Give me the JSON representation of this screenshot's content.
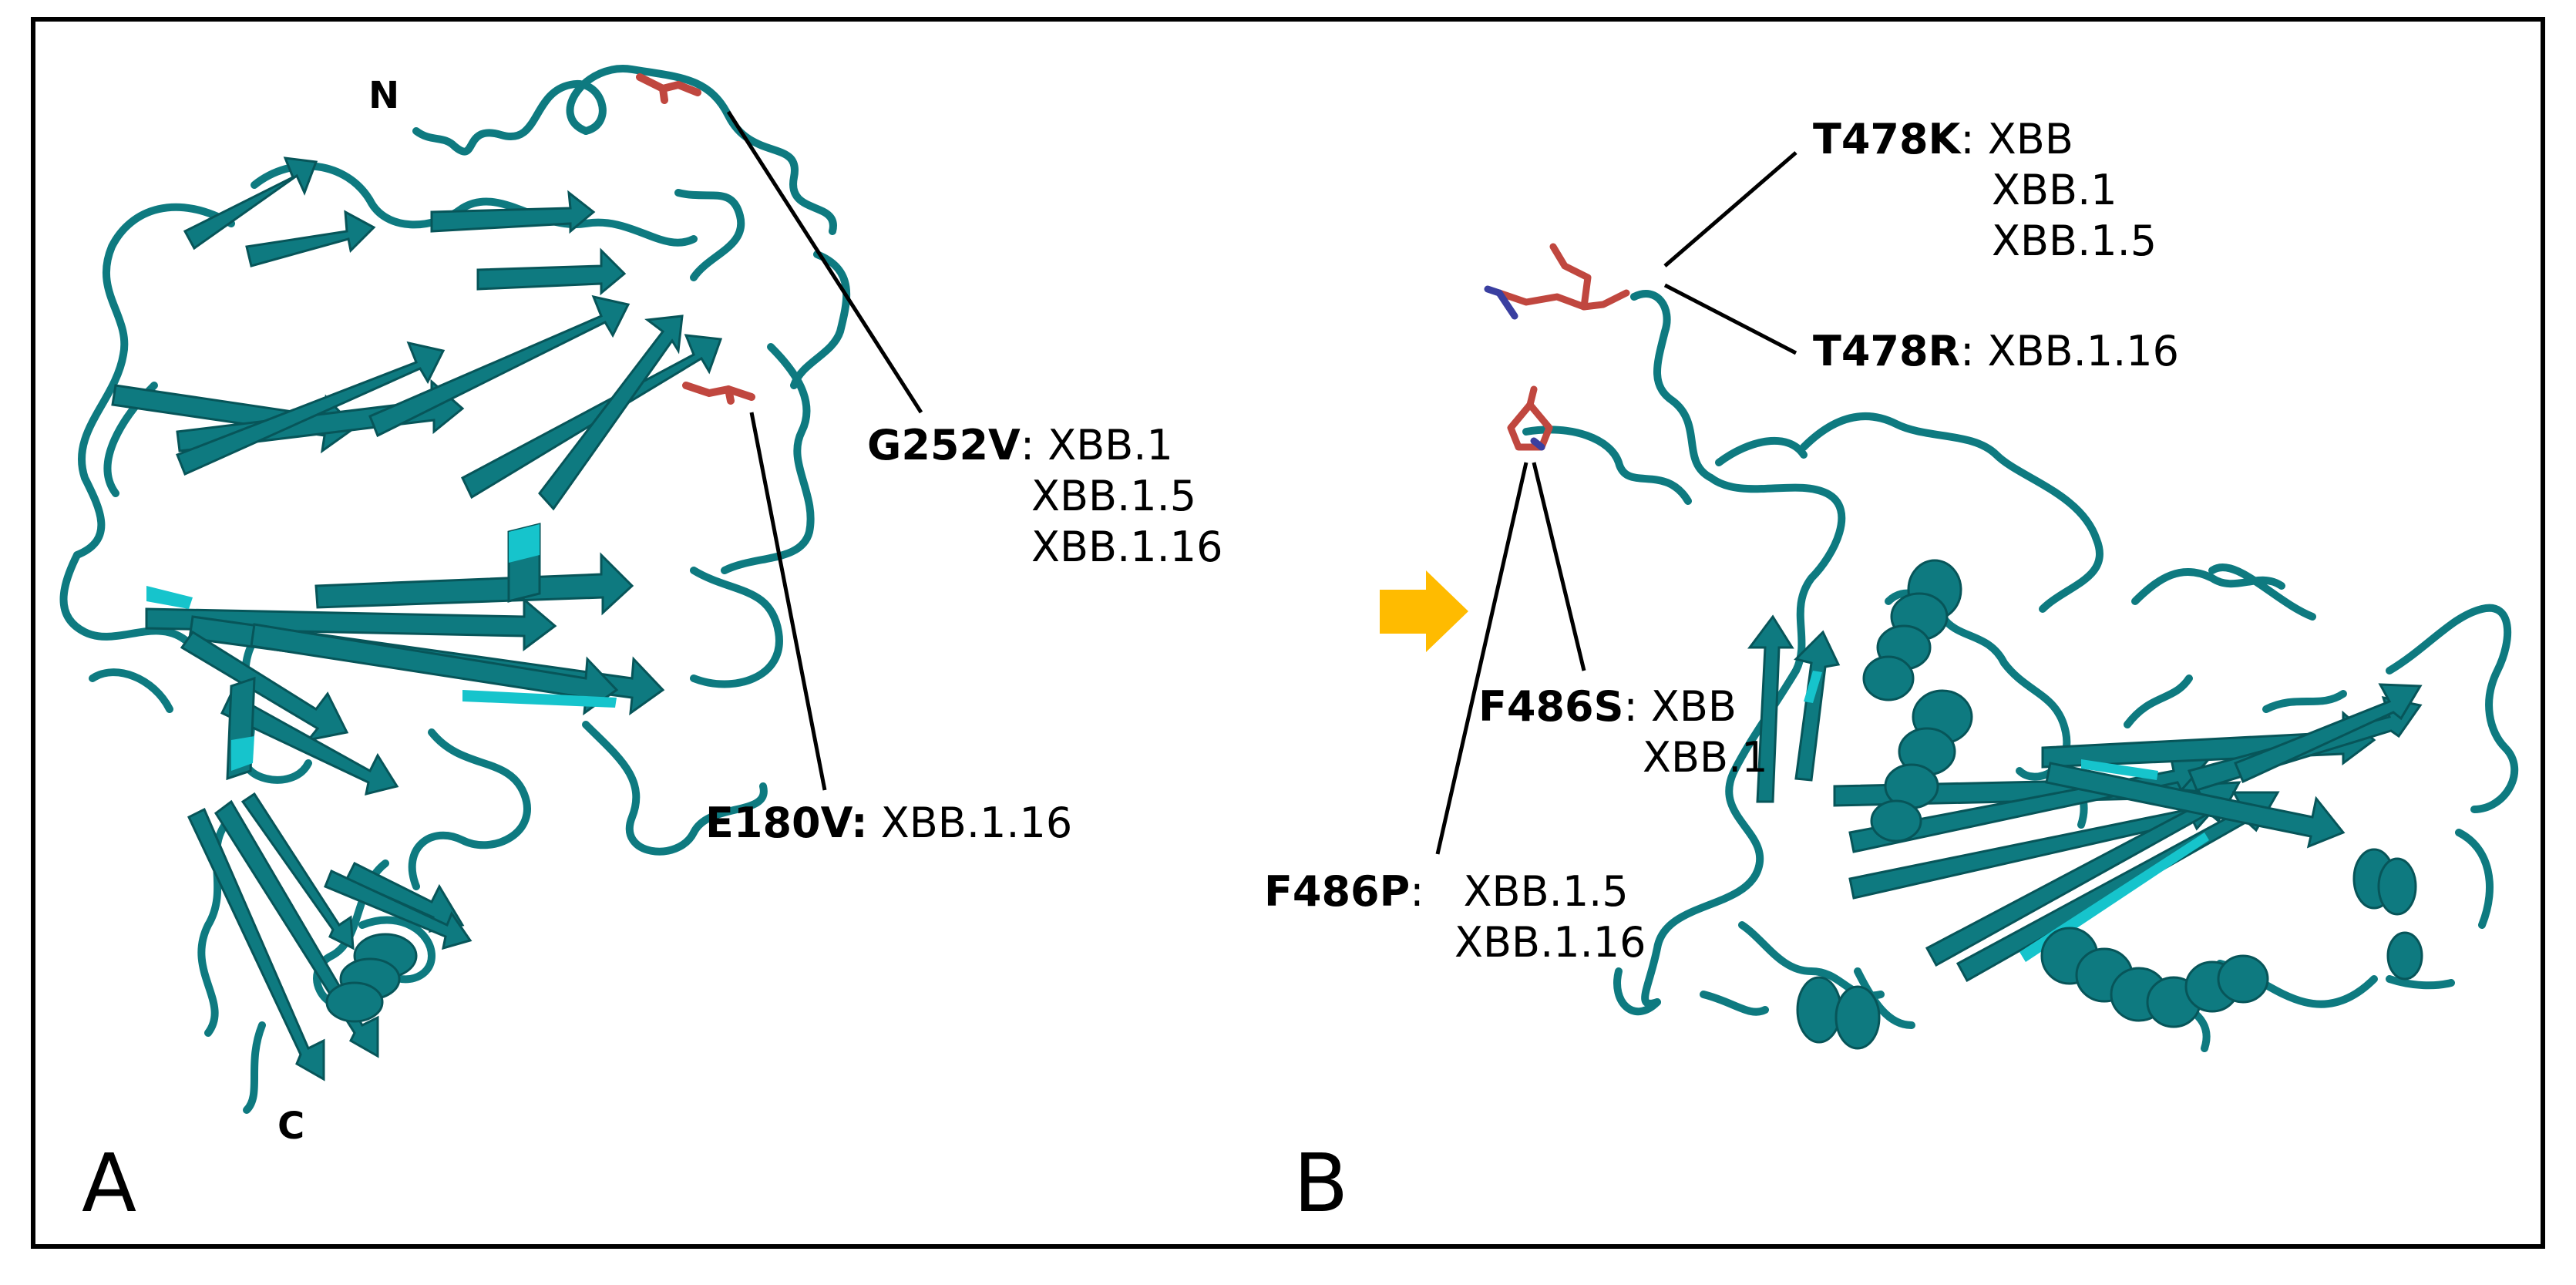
{
  "panels": {
    "A": {
      "letter": "A",
      "termini": {
        "n": "N",
        "c": "C"
      },
      "mutations": [
        {
          "site": "G252V",
          "sep": ":",
          "variants": [
            "XBB.1",
            "XBB.1.5",
            "XBB.1.16"
          ]
        },
        {
          "site": "E180V:",
          "sep": "",
          "variants": [
            "XBB.1.16"
          ]
        }
      ]
    },
    "B": {
      "letter": "B",
      "mutations": [
        {
          "site": "T478K",
          "sep": ":",
          "variants": [
            "XBB",
            "XBB.1",
            "XBB.1.5"
          ]
        },
        {
          "site": "T478R",
          "sep": ":",
          "variants": [
            "XBB.1.16"
          ]
        },
        {
          "site": "F486S",
          "sep": ":",
          "variants": [
            "XBB",
            "XBB.1"
          ]
        },
        {
          "site": "F486P",
          "sep": ":",
          "variants": [
            "XBB.1.5",
            "XBB.1.16"
          ]
        }
      ]
    }
  },
  "colors": {
    "protein": "#0e7a80",
    "protein_dark": "#075559",
    "protein_light": "#16c4cc",
    "residue": "#c0473f",
    "residue_n": "#3a3fa0",
    "arrow": "#ffbb00",
    "line": "#000000"
  }
}
